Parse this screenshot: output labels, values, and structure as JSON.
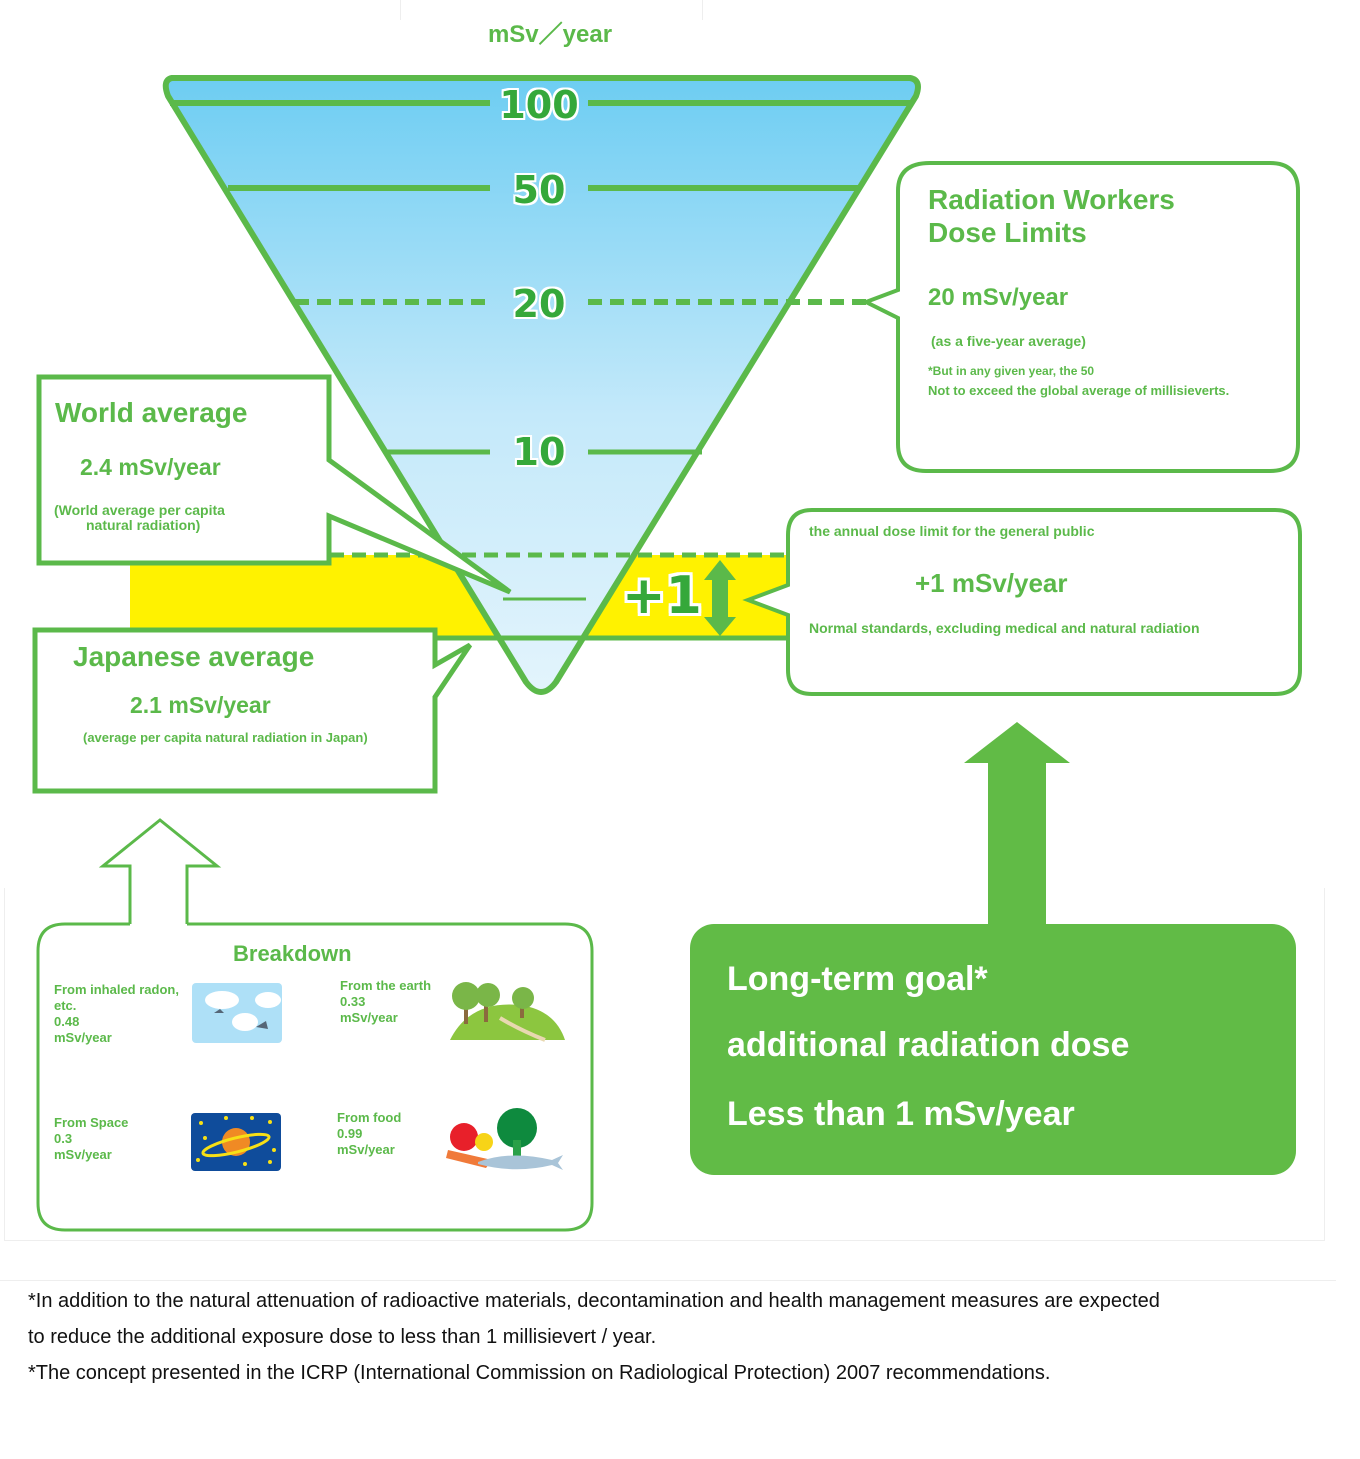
{
  "header": {
    "unit_label": "mSv／year"
  },
  "scale": {
    "ticks": [
      {
        "value": "100",
        "style": "solid"
      },
      {
        "value": "50",
        "style": "solid"
      },
      {
        "value": "20",
        "style": "dashed"
      },
      {
        "value": "10",
        "style": "solid"
      }
    ],
    "band_label": "+1"
  },
  "colors": {
    "green": "#5bb94a",
    "dark_green": "#35a83a",
    "yellow_band": "#fff200",
    "funnel_top": "#6dcdf2",
    "funnel_bottom": "#e3f4fc"
  },
  "workers_box": {
    "title_line1": "Radiation Workers",
    "title_line2": "Dose Limits",
    "value": "20 mSv/year",
    "note": "(as a five-year average)",
    "footnote_line1": "*But in any given year, the 50",
    "footnote_line2": "Not to exceed the global average of millisieverts."
  },
  "world_box": {
    "title": "World average",
    "value": "2.4 mSv/year",
    "note_line1": "(World average per capita",
    "note_line2": "natural radiation)"
  },
  "japan_box": {
    "title": "Japanese average",
    "value": "2.1 mSv/year",
    "note": "(average per capita natural radiation in Japan)"
  },
  "public_box": {
    "heading": "the annual dose limit for the general public",
    "value": "+1 mSv/year",
    "note": "Normal standards, excluding medical and natural radiation"
  },
  "breakdown": {
    "title": "Breakdown",
    "items": [
      {
        "label_line1": "From inhaled radon,",
        "label_line2": "etc.",
        "value": "0.48",
        "unit": "mSv/year",
        "icon": "sky-birds-icon"
      },
      {
        "label_line1": "From the earth",
        "label_line2": "",
        "value": "0.33",
        "unit": "mSv/year",
        "icon": "trees-icon"
      },
      {
        "label_line1": "From Space",
        "label_line2": "",
        "value": "0.3",
        "unit": "mSv/year",
        "icon": "planet-icon"
      },
      {
        "label_line1": "From food",
        "label_line2": "",
        "value": "0.99",
        "unit": "mSv/year",
        "icon": "food-icon"
      }
    ]
  },
  "goal_box": {
    "line1": "Long-term goal*",
    "line2": "additional radiation dose",
    "line3": "Less than 1 mSv/year"
  },
  "footnotes": [
    "*In addition to the natural attenuation of radioactive materials, decontamination and health management measures are expected",
    "to reduce the additional exposure dose to less than 1 millisievert / year.",
    "*The concept presented in the ICRP (International Commission on Radiological Protection) 2007 recommendations."
  ]
}
